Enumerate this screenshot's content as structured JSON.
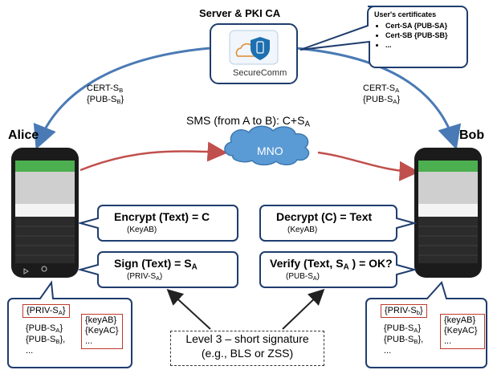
{
  "server": {
    "title": "Server & PKI CA",
    "app_name": "SecureComm"
  },
  "certificates": {
    "title": "User's certificates",
    "items": [
      "Cert-SA {PUB-SA}",
      "Cert-SB {PUB-SB}",
      "..."
    ]
  },
  "alice": {
    "name": "Alice",
    "cert_received_line1": "CERT-S",
    "cert_received_sub1": "B",
    "cert_received_line2": "{PUB-S",
    "cert_received_sub2": "B",
    "cert_received_close": "}",
    "op1_text": "Encrypt (Text) = C",
    "op1_key": "KeyAB",
    "op2_text": "Sign (Text) = S",
    "op2_sub": "A",
    "op2_key": "PRIV-S",
    "op2_key_sub": "A",
    "priv_key": "{PRIV-S",
    "priv_key_sub": "A",
    "pub_a": "{PUB-S",
    "pub_a_sub": "A",
    "pub_b": "{PUB-S",
    "pub_b_sub": "B",
    "pub_b_tail": "},",
    "ellipsis": "...",
    "sym_keys": [
      "{keyAB}",
      "{KeyAC}",
      "..."
    ]
  },
  "bob": {
    "name": "Bob",
    "cert_received_line1": "CERT-S",
    "cert_received_sub1": "A",
    "cert_received_line2": "{PUB-S",
    "cert_received_sub2": "A",
    "cert_received_close": "}",
    "op1_text": "Decrypt (C) = Text",
    "op1_key": "KeyAB",
    "op2_text": "Verify (Text, S",
    "op2_sub": "A",
    "op2_tail": ") = OK?",
    "op2_key": "PUB-S",
    "op2_key_sub": "A",
    "priv_key": "{PRIV-S",
    "priv_key_sub": "b",
    "pub_a": "{PUB-S",
    "pub_a_sub": "A",
    "pub_b": "{PUB-S",
    "pub_b_sub": "B",
    "pub_b_tail": "},",
    "ellipsis": "...",
    "sym_keys": [
      "{keyAB}",
      "{KeyAC}",
      "..."
    ]
  },
  "network": {
    "label": "MNO",
    "sms_label": "SMS (from A to B): C+S",
    "sms_sub": "A"
  },
  "signature_note": {
    "line1": "Level 3 – short signature",
    "line2": "(e.g., BLS or ZSS)"
  },
  "colors": {
    "arrow_blue": "#4a7ab5",
    "arrow_red": "#c0504d",
    "cloud": "#5b9bd5",
    "box_border": "#1f3d6e"
  }
}
